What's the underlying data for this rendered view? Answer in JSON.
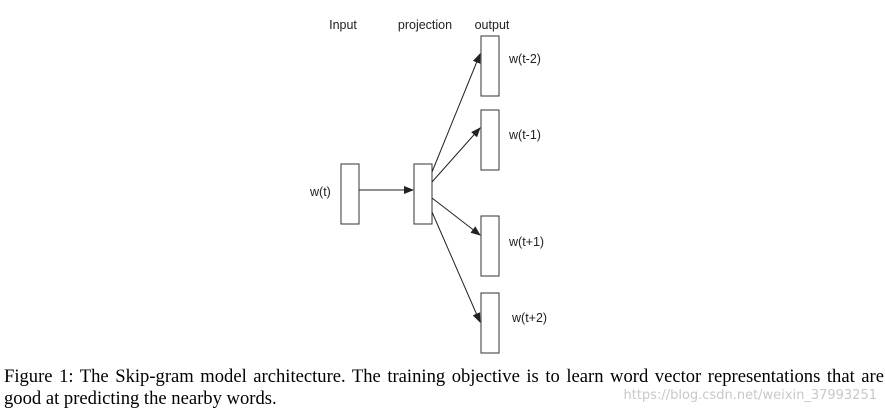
{
  "diagram": {
    "columns": {
      "input": "Input",
      "projection": "projection",
      "output": "output"
    },
    "input_word": "w(t)",
    "output_words": [
      "w(t-2)",
      "w(t-1)",
      "w(t+1)",
      "w(t+2)"
    ],
    "line_color": "#333333"
  },
  "caption": {
    "label": "Figure 1:",
    "text": "The Skip-gram model architecture. The training objective is to learn word vector representations that are good at predicting the nearby words."
  },
  "watermark": "https://blog.csdn.net/weixin_37993251"
}
